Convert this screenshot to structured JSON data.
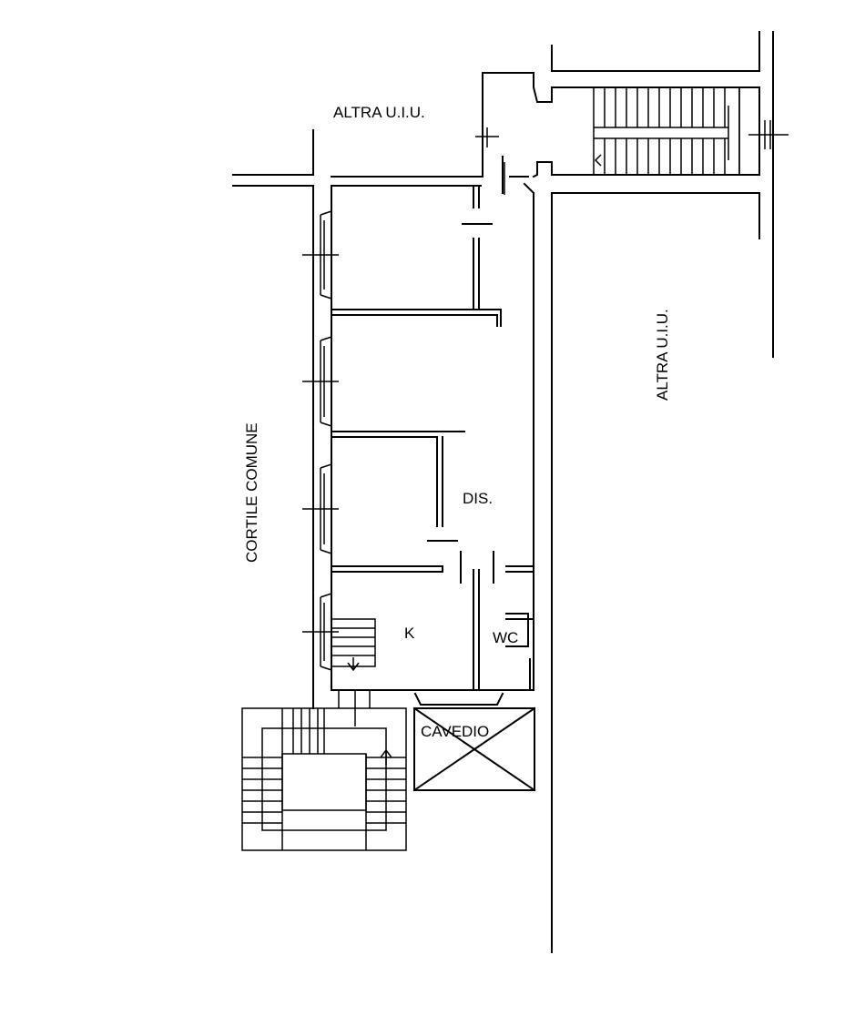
{
  "labels": {
    "altra_top": "ALTRA U.I.U.",
    "altra_right": "ALTRA U.I.U.",
    "cortile": "CORTILE COMUNE",
    "dis": "DIS.",
    "k": "K",
    "wc": "WC",
    "cavedio": "CAVEDIO"
  }
}
